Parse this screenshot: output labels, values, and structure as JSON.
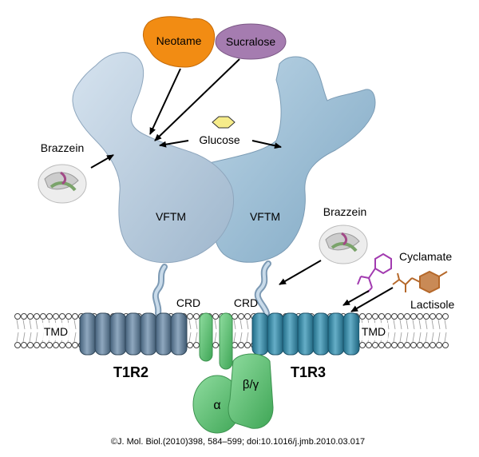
{
  "ligands": {
    "neotame": "Neotame",
    "sucralose": "Sucralose",
    "glucose": "Glucose",
    "brazzein_left": "Brazzein",
    "brazzein_right": "Brazzein",
    "cyclamate": "Cyclamate",
    "lactisole": "Lactisole"
  },
  "domains": {
    "vftm_left": "VFTM",
    "vftm_right": "VFTM",
    "crd_left": "CRD",
    "crd_right": "CRD",
    "tmd_left": "TMD",
    "tmd_right": "TMD"
  },
  "receptors": {
    "t1r2": "T1R2",
    "t1r3": "T1R3"
  },
  "g_protein": {
    "alpha": "α",
    "beta_gamma": "β/γ"
  },
  "citation": "©J. Mol. Biol.(2010)398, 584–599; doi:10.1016/j.jmb.2010.03.017",
  "colors": {
    "t1r2_fill": "#b7cce0",
    "t1r3_fill": "#9dbfd6",
    "t1r2_helix": "#5f7a92",
    "t1r3_helix": "#3f8aa3",
    "g_protein": "#5cbf70",
    "neotame": "#f28c13",
    "sucralose": "#a57cb0",
    "glucose": "#f6ec8a",
    "cyclamate": "#a23bb0",
    "lactisole": "#b5682a"
  }
}
